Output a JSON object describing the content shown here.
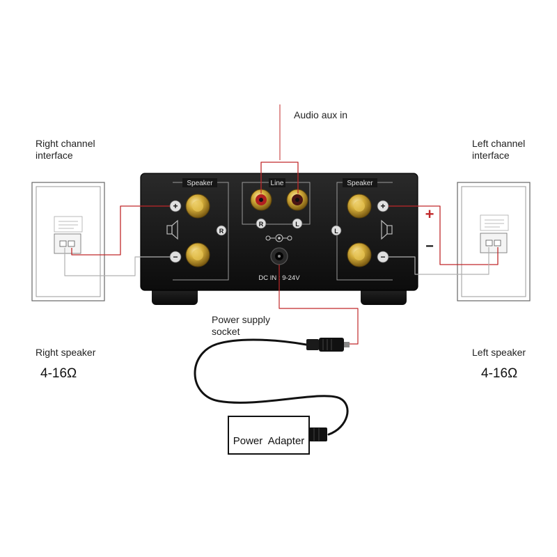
{
  "labels": {
    "audio_aux_in": "Audio aux in",
    "right_channel_interface": [
      "Right channel",
      "interface"
    ],
    "left_channel_interface": [
      "Left channel",
      "interface"
    ],
    "power_supply_socket": [
      "Power supply",
      "socket"
    ],
    "right_speaker": "Right speaker",
    "right_impedance": "4-16Ω",
    "left_speaker": "Left speaker",
    "left_impedance": "4-16Ω",
    "power_adapter": "Power  Adapter"
  },
  "amplifier": {
    "speaker_left_label": "Speaker",
    "speaker_right_label": "Speaker",
    "line_label": "Line",
    "rca_r": "R",
    "rca_l": "L",
    "channel_r": "R",
    "channel_l": "L",
    "dc_label": "DC IN : 9-24V",
    "plus": "+",
    "minus": "−"
  },
  "polarity": {
    "plus": "+",
    "minus": "−"
  },
  "colors": {
    "wire_red": "#c0282a",
    "wire_gray": "#b0b0b0",
    "body": "#141414",
    "gold": "#c9a227"
  }
}
